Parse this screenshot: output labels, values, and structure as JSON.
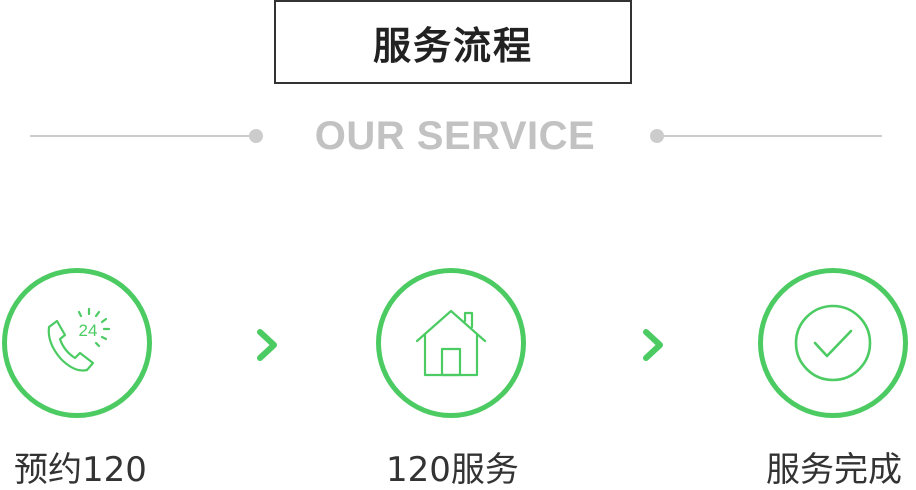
{
  "header": {
    "title": "服务流程",
    "subtitle": "OUR SERVICE"
  },
  "steps": [
    {
      "label": "预约120",
      "icon": "phone-24-icon"
    },
    {
      "label": "120服务",
      "icon": "house-icon"
    },
    {
      "label": "服务完成",
      "icon": "check-circle-icon"
    }
  ],
  "icons": {
    "phone_badge": "24"
  },
  "colors": {
    "accent": "#4ccb63",
    "title_border": "#333333",
    "subtitle": "#c2c2c2",
    "divider": "#cccccc"
  }
}
